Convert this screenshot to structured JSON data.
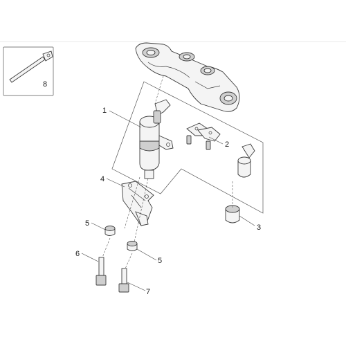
{
  "diagram": {
    "callouts": {
      "c1": "1",
      "c2": "2",
      "c3": "3",
      "c4": "4",
      "c5a": "5",
      "c5b": "5",
      "c6": "6",
      "c7": "7",
      "c8": "8"
    }
  }
}
